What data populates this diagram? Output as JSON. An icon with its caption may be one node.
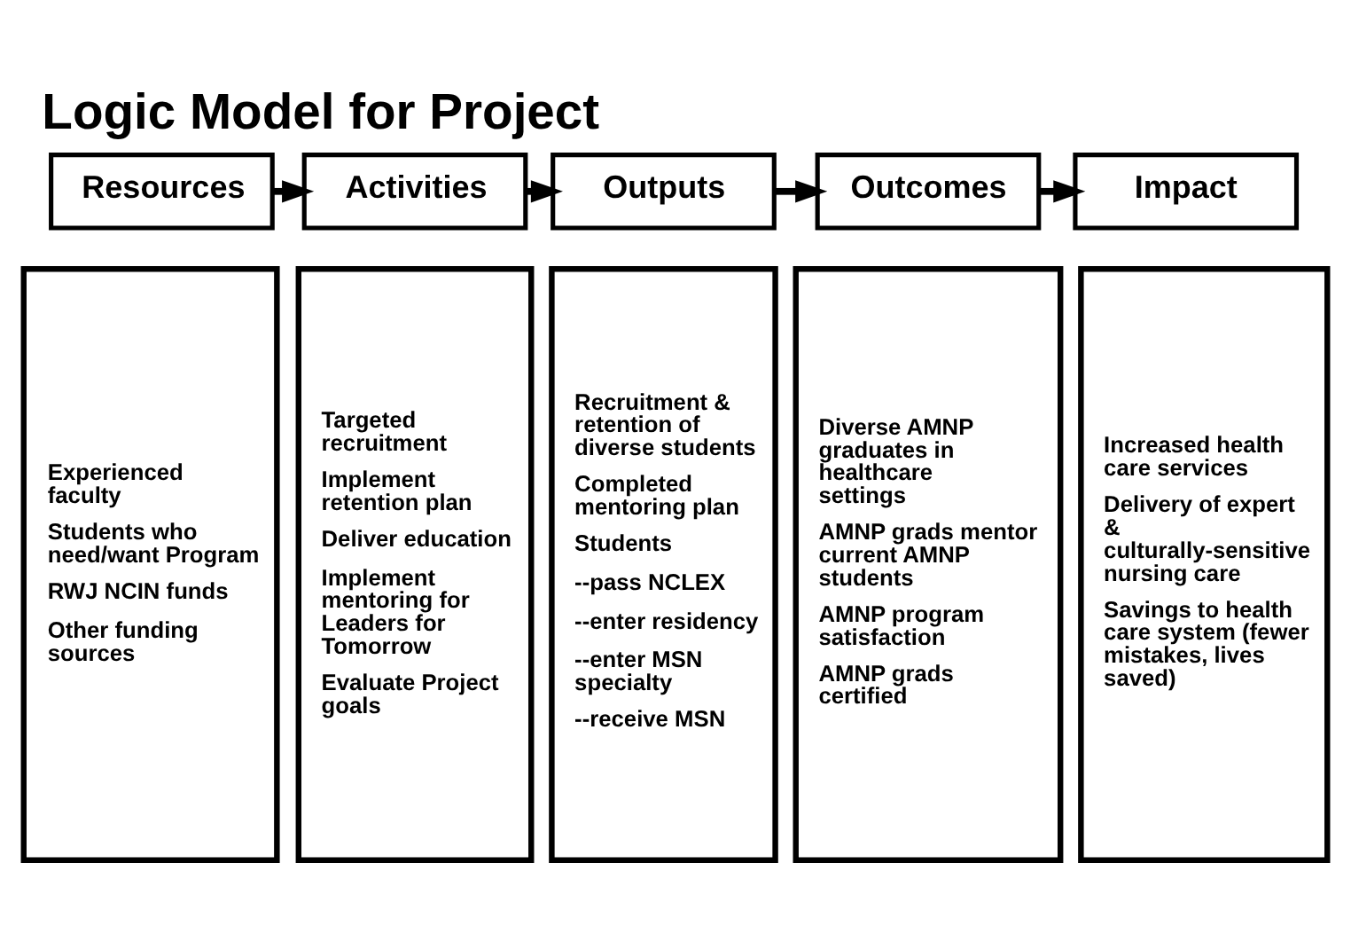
{
  "diagram": {
    "title": "Logic Model for Project",
    "nodes": [
      {
        "text": [
          "Resources"
        ]
      },
      {
        "text": [
          "Activities"
        ]
      },
      {
        "text": [
          "Outputs"
        ]
      },
      {
        "text": [
          "Outcomes"
        ]
      },
      {
        "text": [
          "Impact"
        ]
      },
      {
        "text": [
          "Experienced faculty",
          "Students who need/want Program",
          "RWJ NCIN funds",
          "Other funding sources"
        ]
      },
      {
        "text": [
          "Targeted recruitment",
          "Implement retention plan",
          "Deliver education",
          "Implement mentoring for Leaders for Tomorrow",
          "Evaluate Project goals"
        ]
      },
      {
        "text": [
          "Recruitment & retention of diverse students",
          "Completed mentoring plan",
          "Students",
          "--pass NCLEX",
          "--enter residency",
          "--enter MSN specialty",
          "--receive MSN"
        ]
      },
      {
        "text": [
          "Diverse AMNP graduates in healthcare settings",
          "AMNP grads mentor current AMNP students",
          "AMNP program satisfaction",
          "AMNP grads certified"
        ]
      },
      {
        "text": [
          "Increased health care services",
          "Delivery of expert & culturally-sensitive nursing care",
          "Savings to health care system (fewer mistakes, lives saved)"
        ]
      }
    ],
    "edges": [
      {
        "from": 0,
        "to": 1,
        "arrow": "to"
      },
      {
        "from": 1,
        "to": 2,
        "arrow": "to"
      },
      {
        "from": 2,
        "to": 3,
        "arrow": "to"
      },
      {
        "from": 3,
        "to": 4,
        "arrow": "to"
      }
    ]
  }
}
